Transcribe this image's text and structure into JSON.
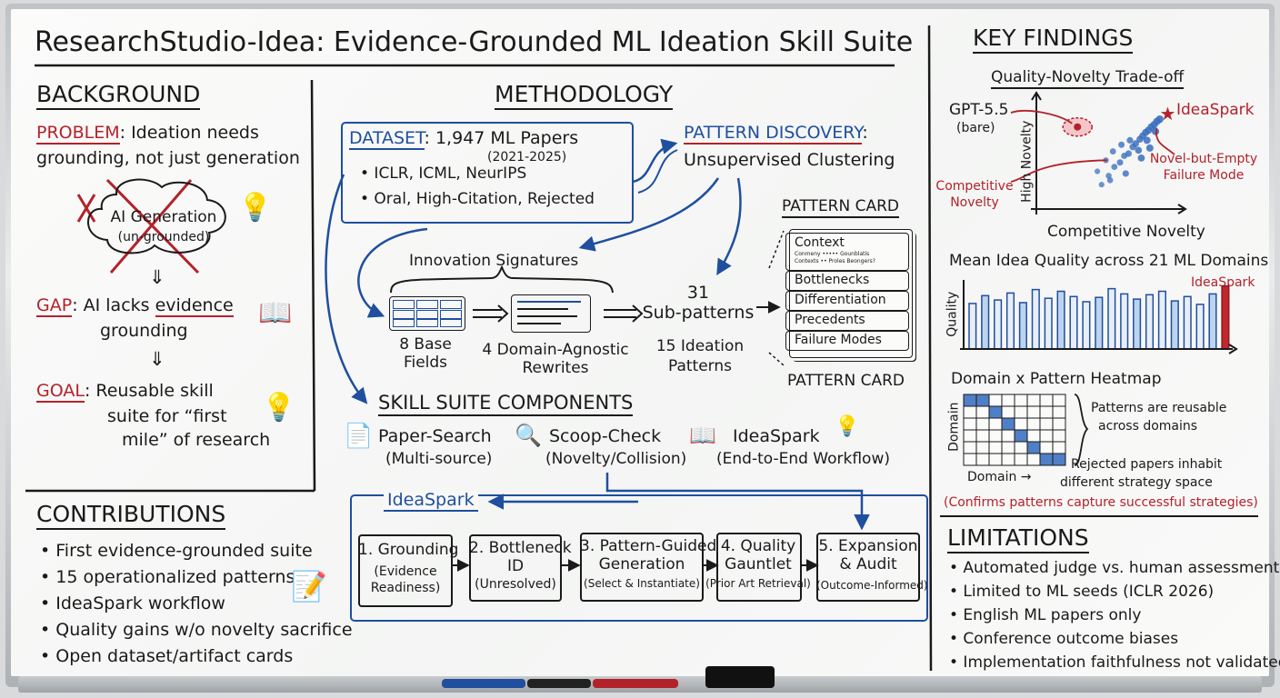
{
  "title": "ResearchStudio-Idea: Evidence-Grounded ML Ideation Skill Suite",
  "background": {
    "heading": "BACKGROUND",
    "problem_label": "PROBLEM",
    "problem_text_1": ": Ideation needs",
    "problem_text_2": "grounding, not just generation",
    "cloud_line_1": "AI Generation",
    "cloud_line_2": "(un-grounded)",
    "arrow_1": "⇓",
    "gap_label": "GAP",
    "gap_text_1": ": AI lacks ",
    "gap_text_em": "evidence",
    "gap_text_2": "grounding",
    "arrow_2": "⇓",
    "goal_label": "GOAL",
    "goal_text_1": ": Reusable skill",
    "goal_text_2": "suite for “first",
    "goal_text_3": "mile” of research"
  },
  "contributions": {
    "heading": "CONTRIBUTIONS",
    "items": [
      "• First evidence-grounded suite",
      "• 15 operationalized patterns",
      "• IdeaSpark workflow",
      "• Quality gains w/o novelty sacrifice",
      "• Open dataset/artifact cards"
    ]
  },
  "methodology": {
    "heading": "METHODOLOGY",
    "dataset_label": "DATASET",
    "dataset_text": ": 1,947 ML Papers",
    "dataset_years": "(2021-2025)",
    "dataset_items": [
      "• ICLR, ICML, NeurIPS",
      "• Oral, High-Citation, Rejected"
    ],
    "pattern_discovery_label": "PATTERN DISCOVERY",
    "pattern_discovery_colon": ":",
    "pattern_discovery_text": "Unsupervised Clustering",
    "innovation_signatures": "Innovation Signatures",
    "base_fields_1": "8 Base",
    "base_fields_2": "Fields",
    "rewrites_1": "4 Domain-Agnostic",
    "rewrites_2": "Rewrites",
    "sub_patterns_1": "31",
    "sub_patterns_2": "Sub-patterns",
    "ideation_patterns_1": "15 Ideation",
    "ideation_patterns_2": "Patterns",
    "pattern_card_top": "PATTERN CARD",
    "pattern_card_bottom": "PATTERN CARD",
    "card_context": "Context",
    "card_context_scribble_1": "Conmeny  ••••• Gounblatis",
    "card_context_scribble_2": "Contexts  ••  Proles Beongers?",
    "card_rows": [
      "Bottlenecks",
      "Differentiation",
      "Precedents",
      "Failure Modes"
    ]
  },
  "skill_suite": {
    "heading": "SKILL SUITE COMPONENTS",
    "components": [
      {
        "name": "Paper-Search",
        "desc": "(Multi-source)"
      },
      {
        "name": "Scoop-Check",
        "desc": "(Novelty/Collision)"
      },
      {
        "name": "IdeaSpark",
        "desc": "(End-to-End Workflow)"
      }
    ]
  },
  "ideaspark": {
    "heading": "IdeaSpark",
    "steps": [
      {
        "l1": "1. Grounding",
        "l2": "(Evidence",
        "l3": "Readiness)"
      },
      {
        "l1": "2. Bottleneck",
        "l2": "ID",
        "l3": "(Unresolved)"
      },
      {
        "l1": "3. Pattern-Guided",
        "l2": "Generation",
        "l3": "(Select & Instantiate)"
      },
      {
        "l1": "4. Quality",
        "l2": "Gauntlet",
        "l3": "(Prior Art Retrieval)"
      },
      {
        "l1": "5. Expansion",
        "l2": "& Audit",
        "l3": "(Outcome-Informed)"
      }
    ]
  },
  "key_findings": {
    "heading": "KEY FINDINGS",
    "tradeoff_title": "Quality-Novelty Trade-off",
    "gpt_label_1": "GPT-5.5",
    "gpt_label_2": "(bare)",
    "ideaspark_label": "IdeaSpark",
    "novel_empty_1": "Novel-but-Empty",
    "novel_empty_2": "Failure Mode",
    "competitive_novelty_1": "Competitive",
    "competitive_novelty_2": "Novelty",
    "y_axis": "High Novelty",
    "x_axis": "Competitive Novelty",
    "bar_title": "Mean Idea Quality across 21 ML Domains",
    "bar_ylabel": "Quality",
    "bar_ideaspark": "IdeaSpark",
    "heatmap_title": "Domain x Pattern Heatmap",
    "heatmap_ylabel": "Domain",
    "heatmap_xlabel": "Domain →",
    "reusable_1": "Patterns are reusable",
    "reusable_2": "across domains",
    "rejected_1": "Rejected papers inhabit",
    "rejected_2": "different strategy space",
    "confirms": "(Confirms patterns capture successful strategies)"
  },
  "limitations": {
    "heading": "LIMITATIONS",
    "items": [
      "• Automated judge vs. human assessment",
      "• Limited to ML seeds (ICLR 2026)",
      "• English ML papers only",
      "• Conference outcome biases",
      "• Implementation faithfulness not validated"
    ]
  },
  "chart_data": [
    {
      "type": "scatter",
      "title": "Quality-Novelty Trade-off",
      "xlabel": "Competitive Novelty",
      "ylabel": "High Novelty",
      "xlim": [
        0,
        10
      ],
      "ylim": [
        0,
        10
      ],
      "series": [
        {
          "name": "IdeaSpark",
          "x": [
            9.2
          ],
          "y": [
            8.6
          ]
        },
        {
          "name": "GPT-5.5",
          "x": [
            2.9
          ],
          "y": [
            7.4
          ]
        },
        {
          "x": [
            4.6,
            5.1,
            5.5,
            5.9,
            6.2,
            6.5,
            6.8,
            7.0,
            7.3,
            7.5,
            7.7,
            7.9,
            8.1,
            8.3,
            8.5,
            8.7,
            4.9,
            5.4,
            6.0,
            6.6,
            7.2,
            7.8,
            8.4,
            4.3,
            5.2,
            6.3,
            7.4,
            8.0
          ],
          "y": [
            2.2,
            3.0,
            3.8,
            4.2,
            4.8,
            5.0,
            5.6,
            5.9,
            6.3,
            6.6,
            6.9,
            7.1,
            7.4,
            7.6,
            7.9,
            8.1,
            4.4,
            5.2,
            5.8,
            6.2,
            5.3,
            6.2,
            7.0,
            3.4,
            2.6,
            3.2,
            4.6,
            5.5
          ]
        }
      ]
    },
    {
      "type": "bar",
      "title": "Mean Idea Quality across 21 ML Domains",
      "ylabel": "Quality",
      "values": [
        5.2,
        6.1,
        5.6,
        6.4,
        5.3,
        6.8,
        5.8,
        6.6,
        6.0,
        5.4,
        5.9,
        6.9,
        6.3,
        5.7,
        6.2,
        6.6,
        5.5,
        6.0,
        5.1,
        6.3,
        7.2
      ],
      "highlight": "IdeaSpark",
      "ylim": [
        0,
        8
      ]
    },
    {
      "type": "heatmap",
      "title": "Domain x Pattern Heatmap",
      "ylabel": "Domain",
      "xlabel": "Domain",
      "rows": 6,
      "cols": 8,
      "highlighted": [
        [
          0,
          0
        ],
        [
          0,
          1
        ],
        [
          1,
          2
        ],
        [
          2,
          3
        ],
        [
          3,
          4
        ],
        [
          4,
          5
        ],
        [
          5,
          6
        ],
        [
          5,
          7
        ]
      ]
    }
  ]
}
